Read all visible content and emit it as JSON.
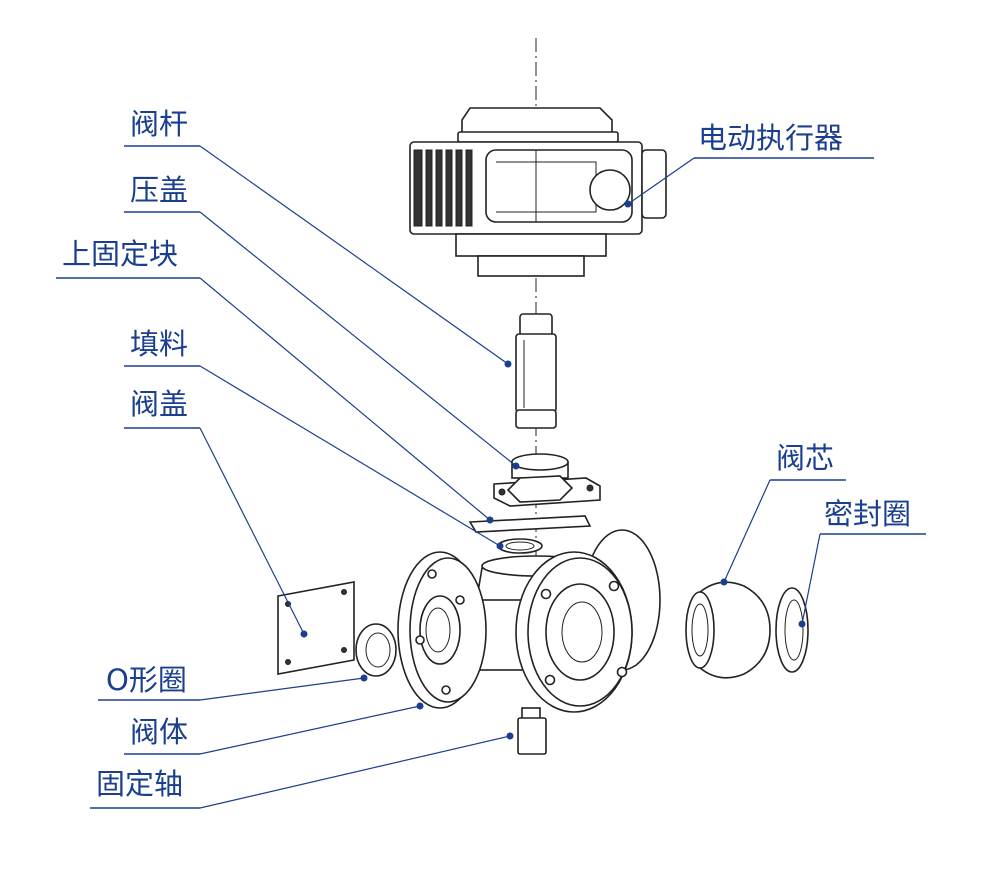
{
  "diagram": {
    "labels": {
      "valve_stem": "阀杆",
      "actuator": "电动执行器",
      "gland": "压盖",
      "upper_block": "上固定块",
      "packing": "填料",
      "bonnet": "阀盖",
      "valve_core": "阀芯",
      "seal_ring": "密封圈",
      "o_ring": "O形圈",
      "valve_body": "阀体",
      "fixed_shaft": "固定轴"
    },
    "colors": {
      "label": "#1b3f8f",
      "line": "#222222"
    }
  }
}
